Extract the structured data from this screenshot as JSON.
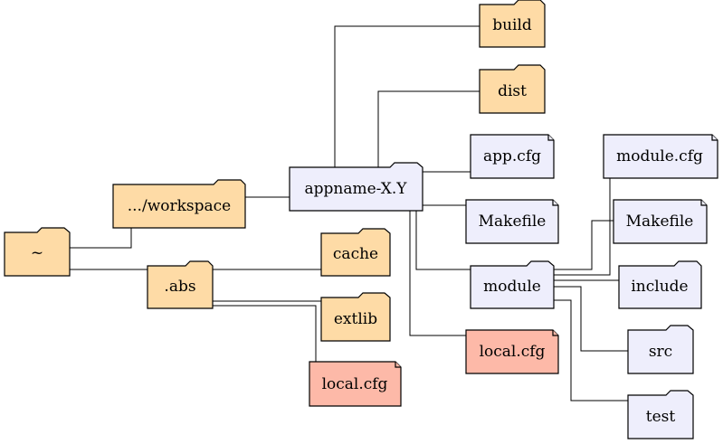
{
  "colors": {
    "folder_orange": "#fedba6",
    "folder_lavender": "#eeeefc",
    "file_lavender": "#eeeefc",
    "file_salmon": "#fdb9a8"
  },
  "nodes": {
    "home": {
      "label": "~",
      "kind": "folder",
      "color": "folder_orange"
    },
    "workspace": {
      "label": ".../workspace",
      "kind": "folder",
      "color": "folder_orange"
    },
    "abs": {
      "label": ".abs",
      "kind": "folder",
      "color": "folder_orange"
    },
    "cache": {
      "label": "cache",
      "kind": "folder",
      "color": "folder_orange"
    },
    "extlib": {
      "label": "extlib",
      "kind": "folder",
      "color": "folder_orange"
    },
    "abs_local_cfg": {
      "label": "local.cfg",
      "kind": "file",
      "color": "file_salmon"
    },
    "appname": {
      "label": "appname-X.Y",
      "kind": "folder",
      "color": "folder_lavender"
    },
    "build": {
      "label": "build",
      "kind": "folder",
      "color": "folder_orange"
    },
    "dist": {
      "label": "dist",
      "kind": "folder",
      "color": "folder_orange"
    },
    "app_cfg": {
      "label": "app.cfg",
      "kind": "file",
      "color": "file_lavender"
    },
    "makefile": {
      "label": "Makefile",
      "kind": "file",
      "color": "file_lavender"
    },
    "module": {
      "label": "module",
      "kind": "folder",
      "color": "folder_lavender"
    },
    "app_local_cfg": {
      "label": "local.cfg",
      "kind": "file",
      "color": "file_salmon"
    },
    "module_cfg": {
      "label": "module.cfg",
      "kind": "file",
      "color": "file_lavender"
    },
    "module_makefile": {
      "label": "Makefile",
      "kind": "file",
      "color": "file_lavender"
    },
    "include": {
      "label": "include",
      "kind": "folder",
      "color": "folder_lavender"
    },
    "src": {
      "label": "src",
      "kind": "folder",
      "color": "folder_lavender"
    },
    "test": {
      "label": "test",
      "kind": "folder",
      "color": "folder_lavender"
    }
  }
}
